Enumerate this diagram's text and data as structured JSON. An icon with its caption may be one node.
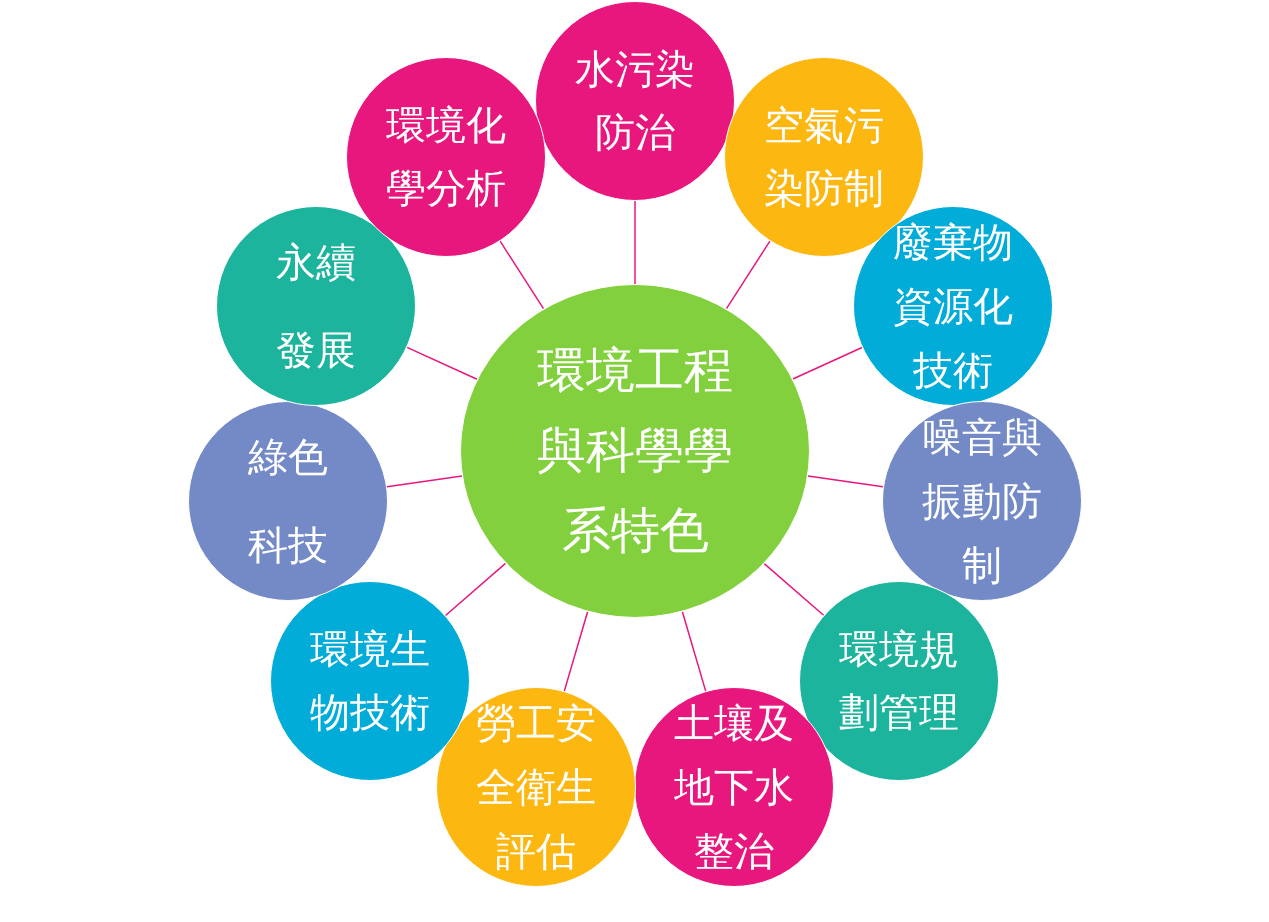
{
  "diagram": {
    "nodes": [
      {
        "text": [
          "環境工程與科學學系特色"
        ]
      },
      {
        "text": [
          "水污染防治"
        ]
      },
      {
        "text": [
          "空氣污染防制"
        ]
      },
      {
        "text": [
          "廢棄物資源化技術"
        ]
      },
      {
        "text": [
          "噪音與振動防制"
        ]
      },
      {
        "text": [
          "環境規劃管理"
        ]
      },
      {
        "text": [
          "土壤及地下水整治"
        ]
      },
      {
        "text": [
          "勞工安全衛生評估"
        ]
      },
      {
        "text": [
          "環境生物技術"
        ]
      },
      {
        "text": [
          "綠色科技"
        ]
      },
      {
        "text": [
          "永續發展"
        ]
      },
      {
        "text": [
          "環境化學分析"
        ]
      }
    ],
    "edges": [
      {
        "from": 0,
        "to": 1,
        "arrow": "none"
      },
      {
        "from": 0,
        "to": 2,
        "arrow": "none"
      },
      {
        "from": 0,
        "to": 3,
        "arrow": "none"
      },
      {
        "from": 0,
        "to": 4,
        "arrow": "none"
      },
      {
        "from": 0,
        "to": 5,
        "arrow": "none"
      },
      {
        "from": 0,
        "to": 6,
        "arrow": "none"
      },
      {
        "from": 0,
        "to": 7,
        "arrow": "none"
      },
      {
        "from": 0,
        "to": 8,
        "arrow": "none"
      },
      {
        "from": 0,
        "to": 9,
        "arrow": "none"
      },
      {
        "from": 0,
        "to": 10,
        "arrow": "none"
      },
      {
        "from": 0,
        "to": 11,
        "arrow": "none"
      }
    ]
  }
}
